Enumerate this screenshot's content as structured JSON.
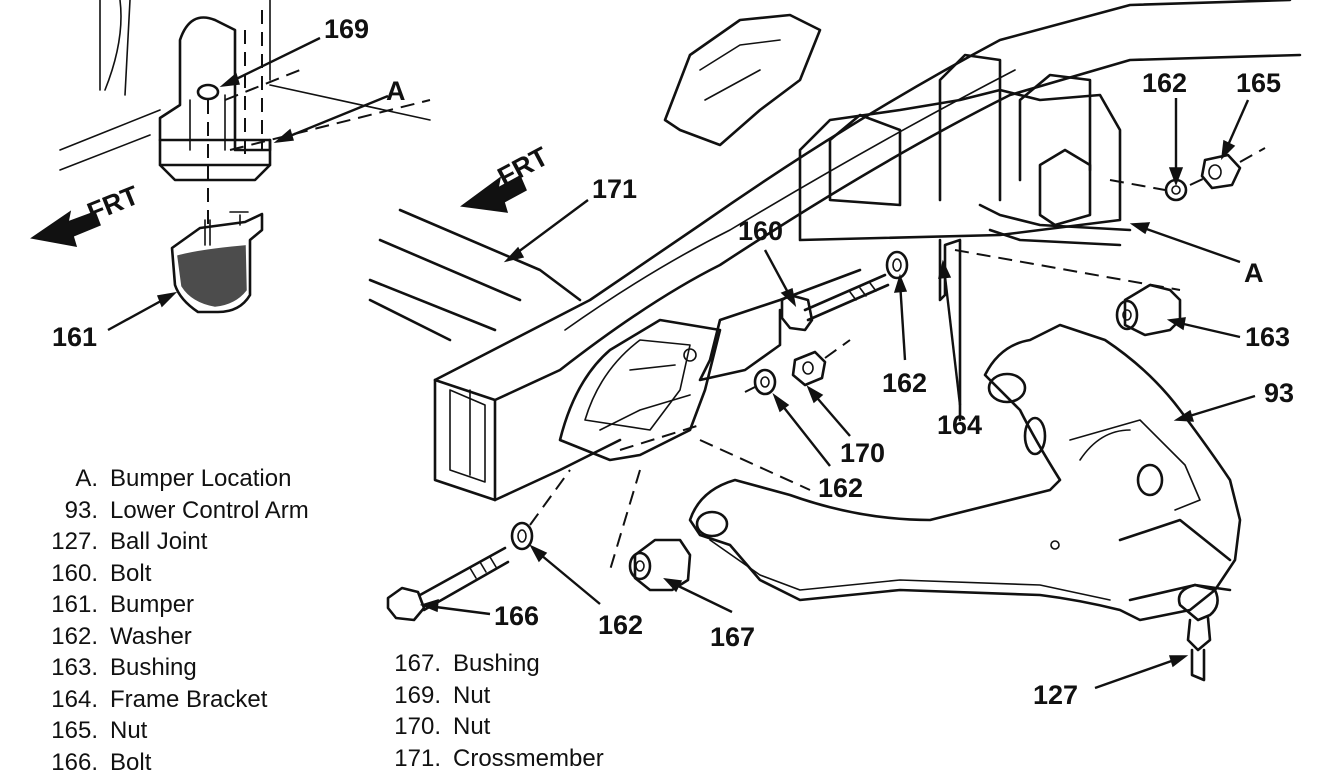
{
  "callouts": {
    "c169": "169",
    "cA_top": "A",
    "c161": "161",
    "c171": "171",
    "c160": "160",
    "c162_top": "162",
    "c165": "165",
    "cA_right": "A",
    "c163": "163",
    "c162_mid": "162",
    "c164": "164",
    "c93": "93",
    "c170": "170",
    "c162_low": "162",
    "c166": "166",
    "c162_bottom": "162",
    "c167": "167",
    "c127": "127"
  },
  "direction_labels": {
    "frt_left": "FRT",
    "frt_center": "FRT"
  },
  "legend_left": [
    {
      "key": "A.",
      "label": "Bumper Location"
    },
    {
      "key": "93.",
      "label": "Lower Control Arm"
    },
    {
      "key": "127.",
      "label": "Ball Joint"
    },
    {
      "key": "160.",
      "label": "Bolt"
    },
    {
      "key": "161.",
      "label": "Bumper"
    },
    {
      "key": "162.",
      "label": "Washer"
    },
    {
      "key": "163.",
      "label": "Bushing"
    },
    {
      "key": "164.",
      "label": "Frame Bracket"
    },
    {
      "key": "165.",
      "label": "Nut"
    },
    {
      "key": "166.",
      "label": "Bolt"
    }
  ],
  "legend_right": [
    {
      "key": "167.",
      "label": "Bushing"
    },
    {
      "key": "169.",
      "label": "Nut"
    },
    {
      "key": "170.",
      "label": "Nut"
    },
    {
      "key": "171.",
      "label": "Crossmember"
    }
  ]
}
